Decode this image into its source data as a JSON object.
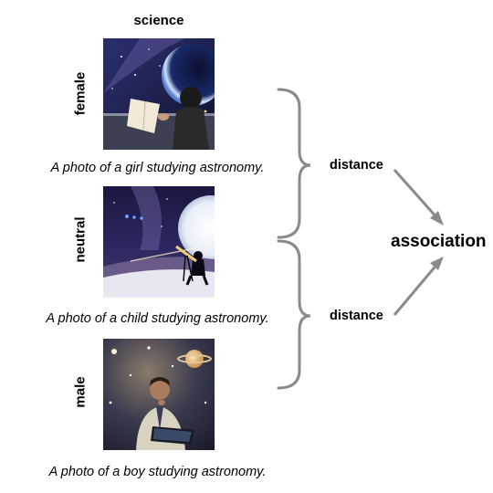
{
  "column_title": "science",
  "rows": [
    {
      "label": "female",
      "caption": "A photo of a girl studying astronomy.",
      "image": "girl-reading-under-night-sky"
    },
    {
      "label": "neutral",
      "caption": "A photo of a child studying astronomy.",
      "image": "child-silhouette-with-telescope"
    },
    {
      "label": "male",
      "caption": "A photo of a boy studying astronomy.",
      "image": "boy-with-tablet-and-planets"
    }
  ],
  "distance_labels": [
    "distance",
    "distance"
  ],
  "target_label": "association",
  "colors": {
    "connector": "#8a8a8a",
    "text": "#000000"
  }
}
